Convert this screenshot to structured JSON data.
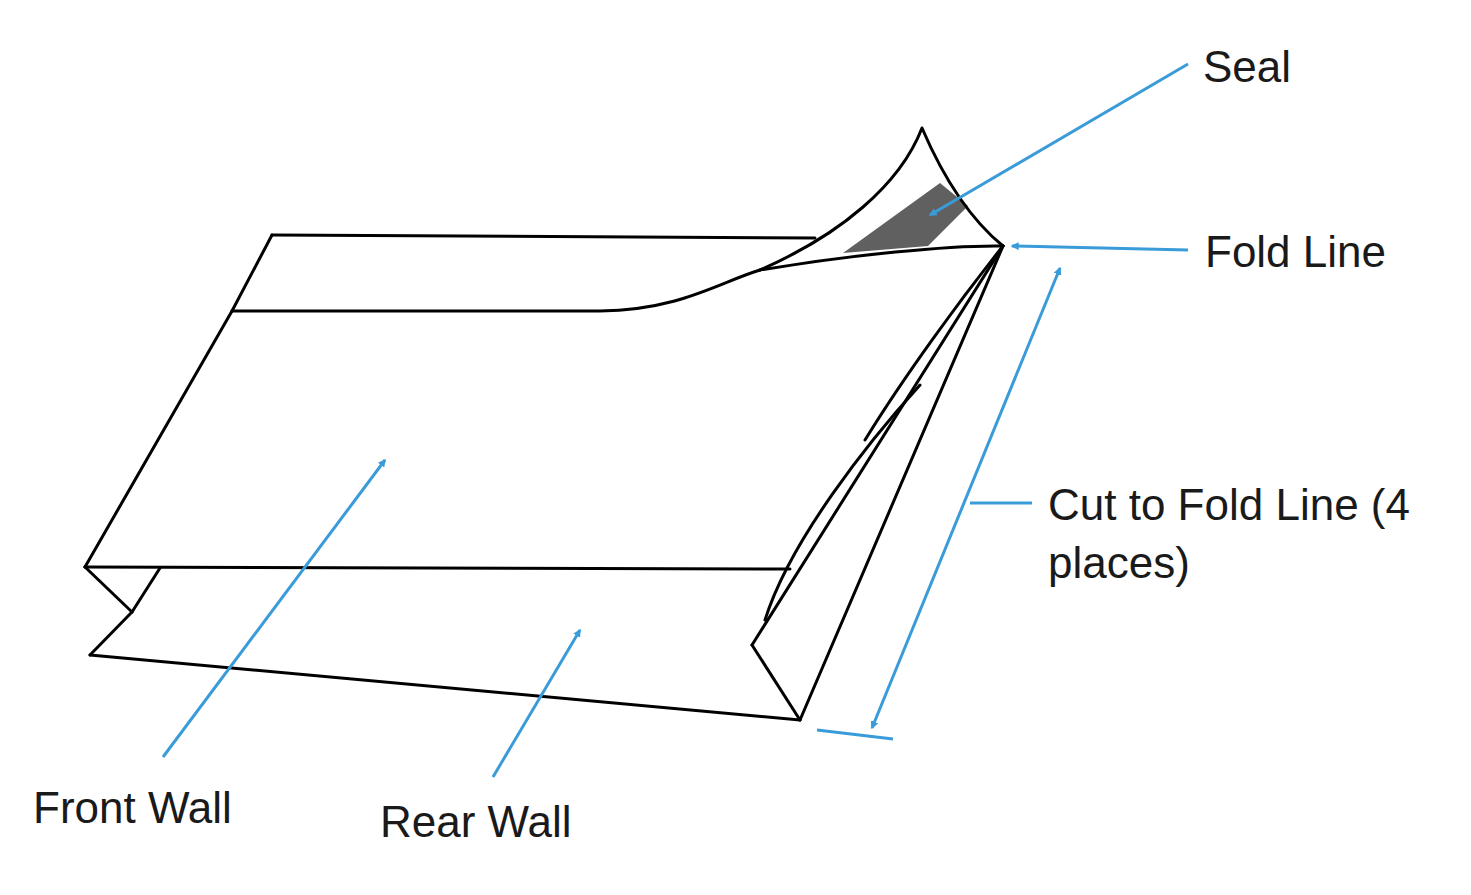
{
  "diagram": {
    "labels": [
      "Seal",
      "Fold Line",
      "Cut to Fold Line (4 places)",
      "Front Wall",
      "Rear Wall"
    ]
  }
}
